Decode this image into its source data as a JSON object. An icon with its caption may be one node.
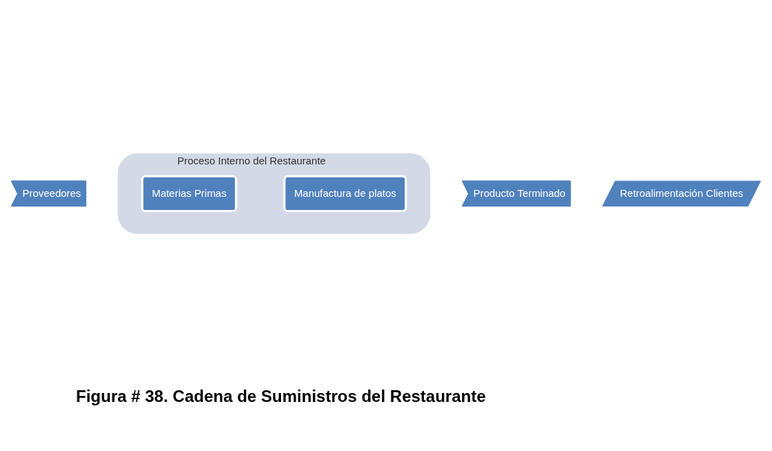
{
  "diagram": {
    "caption": "Figura # 38. Cadena de Suministros del Restaurante",
    "nodes": [
      {
        "text": [
          "Proveedores"
        ]
      },
      {
        "text": [
          "Proceso Interno del Restaurante"
        ]
      },
      {
        "text": [
          "Materias Primas"
        ],
        "in": 1
      },
      {
        "text": [
          "Manufactura de platos"
        ],
        "in": 1
      },
      {
        "text": [
          "Producto Terminado"
        ]
      },
      {
        "text": [
          "Retroalimentación Clientes"
        ]
      }
    ]
  }
}
